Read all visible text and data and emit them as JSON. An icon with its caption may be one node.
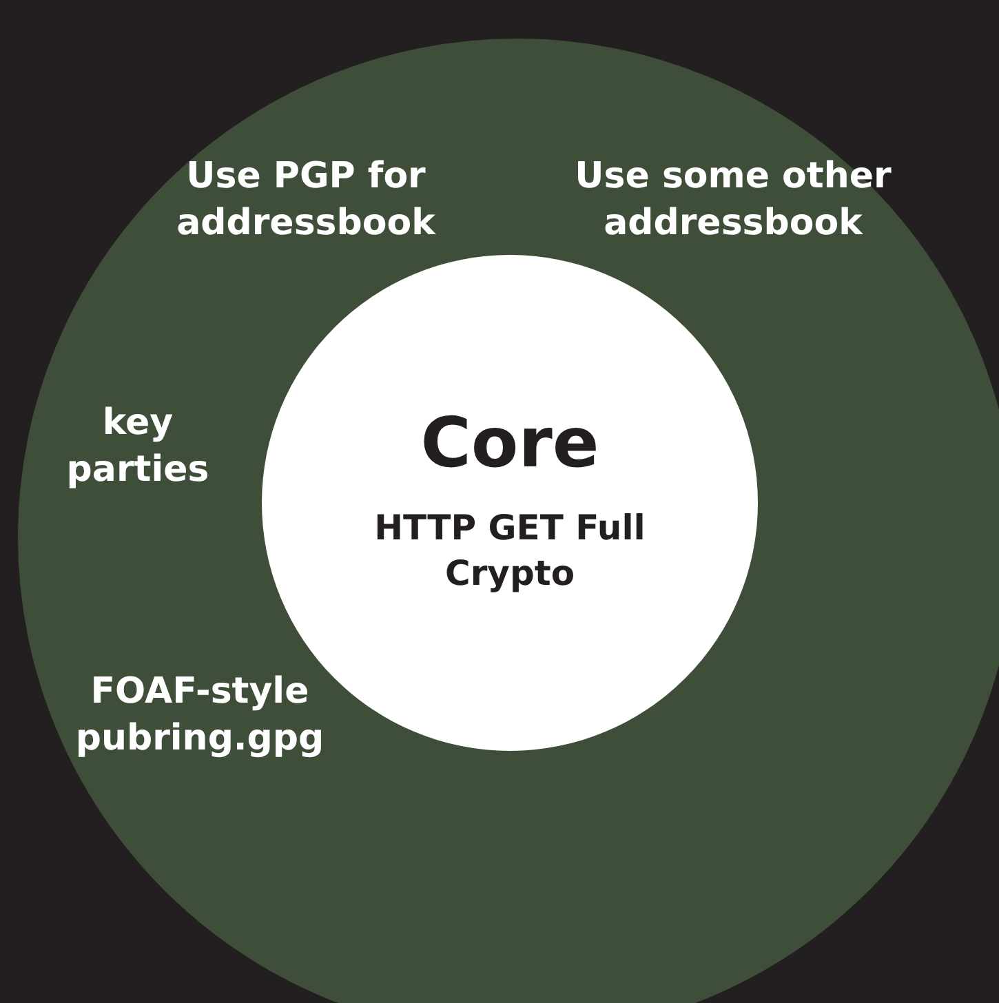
{
  "diagram": {
    "nodes": [
      {
        "text": [
          "Use PGP for addressbook",
          "Use some other addressbook",
          "key parties",
          "FOAF-style pubring.gpg"
        ]
      },
      {
        "text": [
          "Core",
          "HTTP GET Full Crypto"
        ],
        "in": 0
      }
    ]
  }
}
